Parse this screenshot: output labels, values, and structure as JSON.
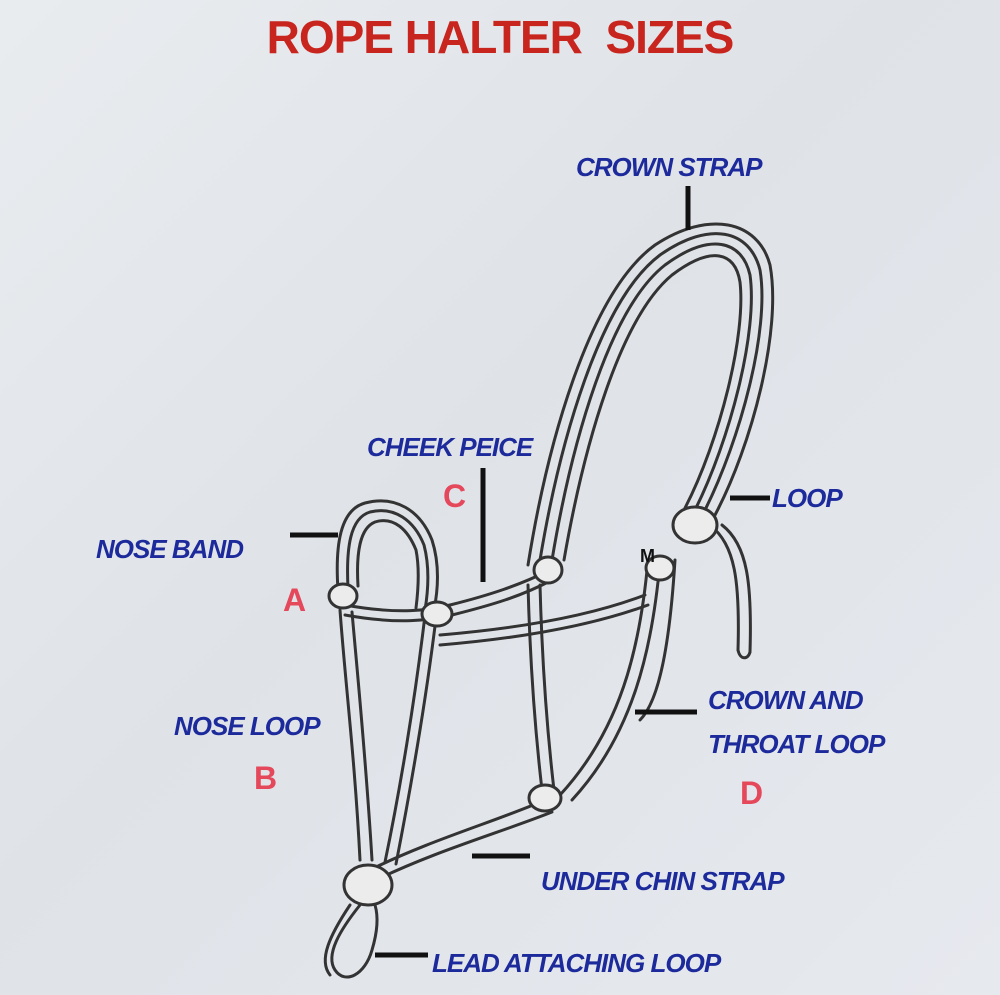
{
  "title": "ROPE HALTER  SIZES",
  "labels": {
    "crown_strap": "CROWN STRAP",
    "cheek_piece": "CHEEK PEICE",
    "loop": "LOOP",
    "nose_band": "NOSE BAND",
    "nose_loop": "NOSE LOOP",
    "crown_throat_line1": "CROWN AND",
    "crown_throat_line2": "THROAT LOOP",
    "under_chin_strap": "UNDER CHIN STRAP",
    "lead_attaching_loop": "LEAD ATTACHING LOOP"
  },
  "letters": {
    "a": "A",
    "b": "B",
    "c": "C",
    "d": "D"
  },
  "knot_mark": "M",
  "colors": {
    "title": "#c8251e",
    "label": "#1c2a9b",
    "letter": "#e4485a",
    "rope": "#333333"
  }
}
